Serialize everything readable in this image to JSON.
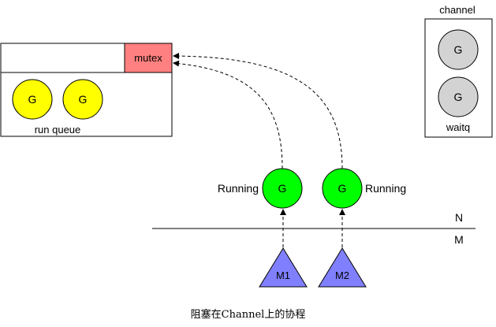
{
  "diagram": {
    "processor": {
      "mutex_label": "mutex",
      "mutex_color": "#ff8080",
      "run_queue_label": "run queue",
      "run_queue_goroutines": [
        "G",
        "G"
      ],
      "goroutine_color": "#ffff00"
    },
    "channel": {
      "title": "channel",
      "waitq_label": "waitq",
      "waitq_goroutines": [
        "G",
        "G"
      ],
      "goroutine_color": "#d3d3d3"
    },
    "running": [
      {
        "goroutine": "G",
        "state": "Running",
        "thread": "M1"
      },
      {
        "goroutine": "G",
        "state": "Running",
        "thread": "M2"
      }
    ],
    "running_color": "#00ff00",
    "thread_color": "#8080ff",
    "layer_labels": {
      "upper": "N",
      "lower": "M"
    },
    "caption": "阻塞在Channel上的协程"
  }
}
